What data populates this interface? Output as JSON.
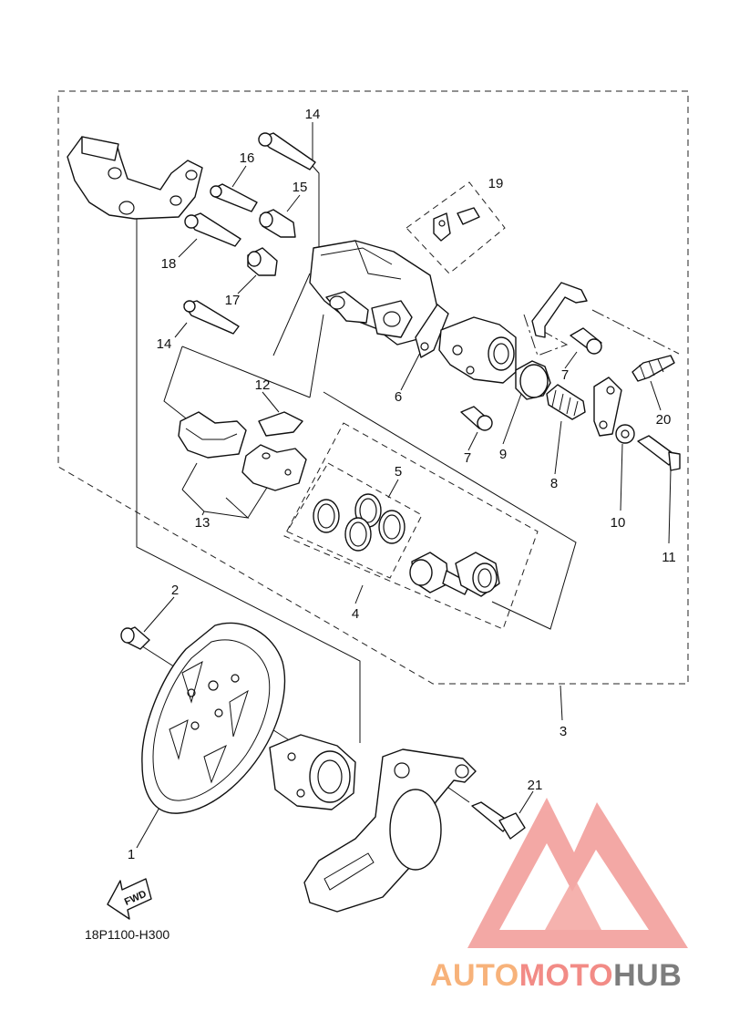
{
  "diagram_code": "18P1100-H300",
  "fwd_label": "FWD",
  "watermark": {
    "part1": "AUTO",
    "part2": "MOTO",
    "part3": "HUB",
    "color_orange": "#f7b27a",
    "color_pink": "#f28b86",
    "color_gray": "#7d7d7d",
    "logo_color": "#f29a96"
  },
  "callouts": {
    "c1": "1",
    "c2": "2",
    "c3": "3",
    "c4": "4",
    "c5": "5",
    "c6": "6",
    "c7a": "7",
    "c7b": "7",
    "c8": "8",
    "c9": "9",
    "c10": "10",
    "c11": "11",
    "c12": "12",
    "c13": "13",
    "c14a": "14",
    "c14b": "14",
    "c15": "15",
    "c16": "16",
    "c17": "17",
    "c18": "18",
    "c19": "19",
    "c20": "20",
    "c21": "21"
  }
}
